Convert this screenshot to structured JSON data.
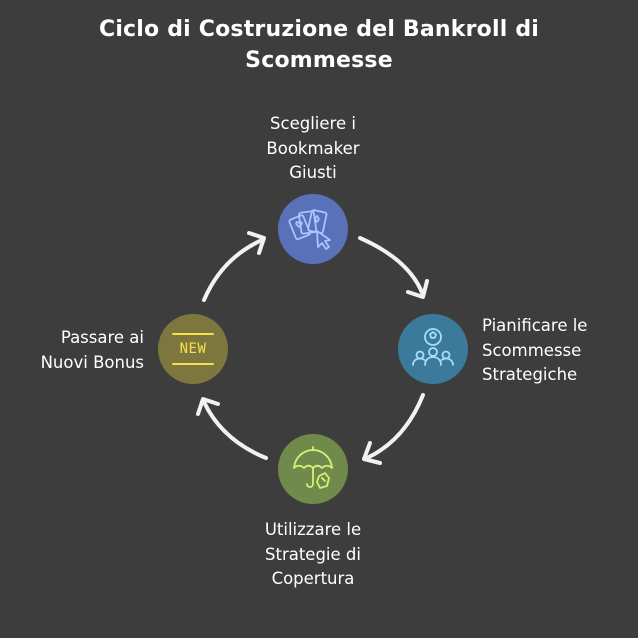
{
  "title": {
    "line1": "Ciclo di Costruzione del Bankroll di",
    "line2": "Scommesse"
  },
  "colors": {
    "background": "#3d3d3d",
    "node_top": "#5871b8",
    "node_right": "#3b7a9a",
    "node_bottom": "#6f8a4a",
    "node_left": "#7d773f",
    "arrow": "#f2f2f2"
  },
  "steps": {
    "top": {
      "line1": "Scegliere i",
      "line2": "Bookmaker",
      "line3": "Giusti",
      "icon": "cards-cursor-icon"
    },
    "right": {
      "line1": "Pianificare le",
      "line2": "Scommesse",
      "line3": "Strategiche",
      "icon": "team-strategy-icon"
    },
    "bottom": {
      "line1": "Utilizzare le",
      "line2": "Strategie di",
      "line3": "Copertura",
      "icon": "umbrella-cover-icon"
    },
    "left": {
      "line1": "Passare ai",
      "line2": "Nuovi Bonus",
      "icon": "new-badge-icon",
      "badge_text": "NEW"
    }
  }
}
